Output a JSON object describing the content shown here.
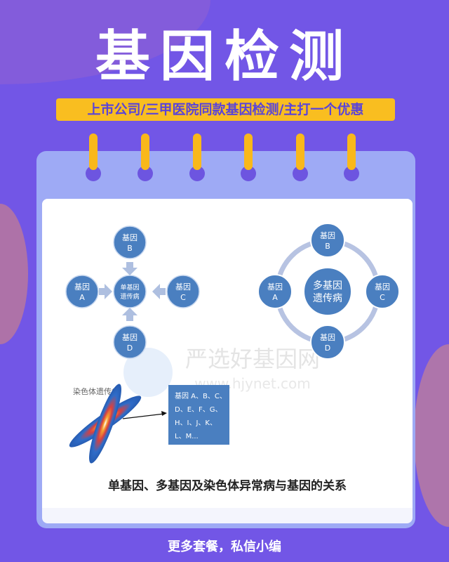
{
  "title": "基因检测",
  "banner": "上市公司/三甲医院同款基因检测/主打一个优惠",
  "diagram": {
    "single": {
      "center": [
        "单基因",
        "遗传病"
      ],
      "genes": [
        [
          "基因",
          "A"
        ],
        [
          "基因",
          "B"
        ],
        [
          "基因",
          "C"
        ],
        [
          "基因",
          "D"
        ]
      ]
    },
    "multi": {
      "center": [
        "多基因",
        "遗传病"
      ],
      "genes": [
        [
          "基因",
          "A"
        ],
        [
          "基因",
          "B"
        ],
        [
          "基因",
          "C"
        ],
        [
          "基因",
          "D"
        ]
      ]
    },
    "chromosome_label": "染色体遗传病",
    "gene_list": [
      "基因 A、B、C、",
      "D、E、F、G、",
      "H、I、J、K、",
      "L、M..."
    ],
    "watermark_cn": "严选好基因网",
    "watermark_url": "www.hjynet.com",
    "caption": "单基因、多基因及染色体异常病与基因的关系"
  },
  "footer": "更多套餐，私信小编",
  "colors": {
    "background": "#7256e6",
    "banner": "#f9be20",
    "node": "#4a7fc0"
  }
}
